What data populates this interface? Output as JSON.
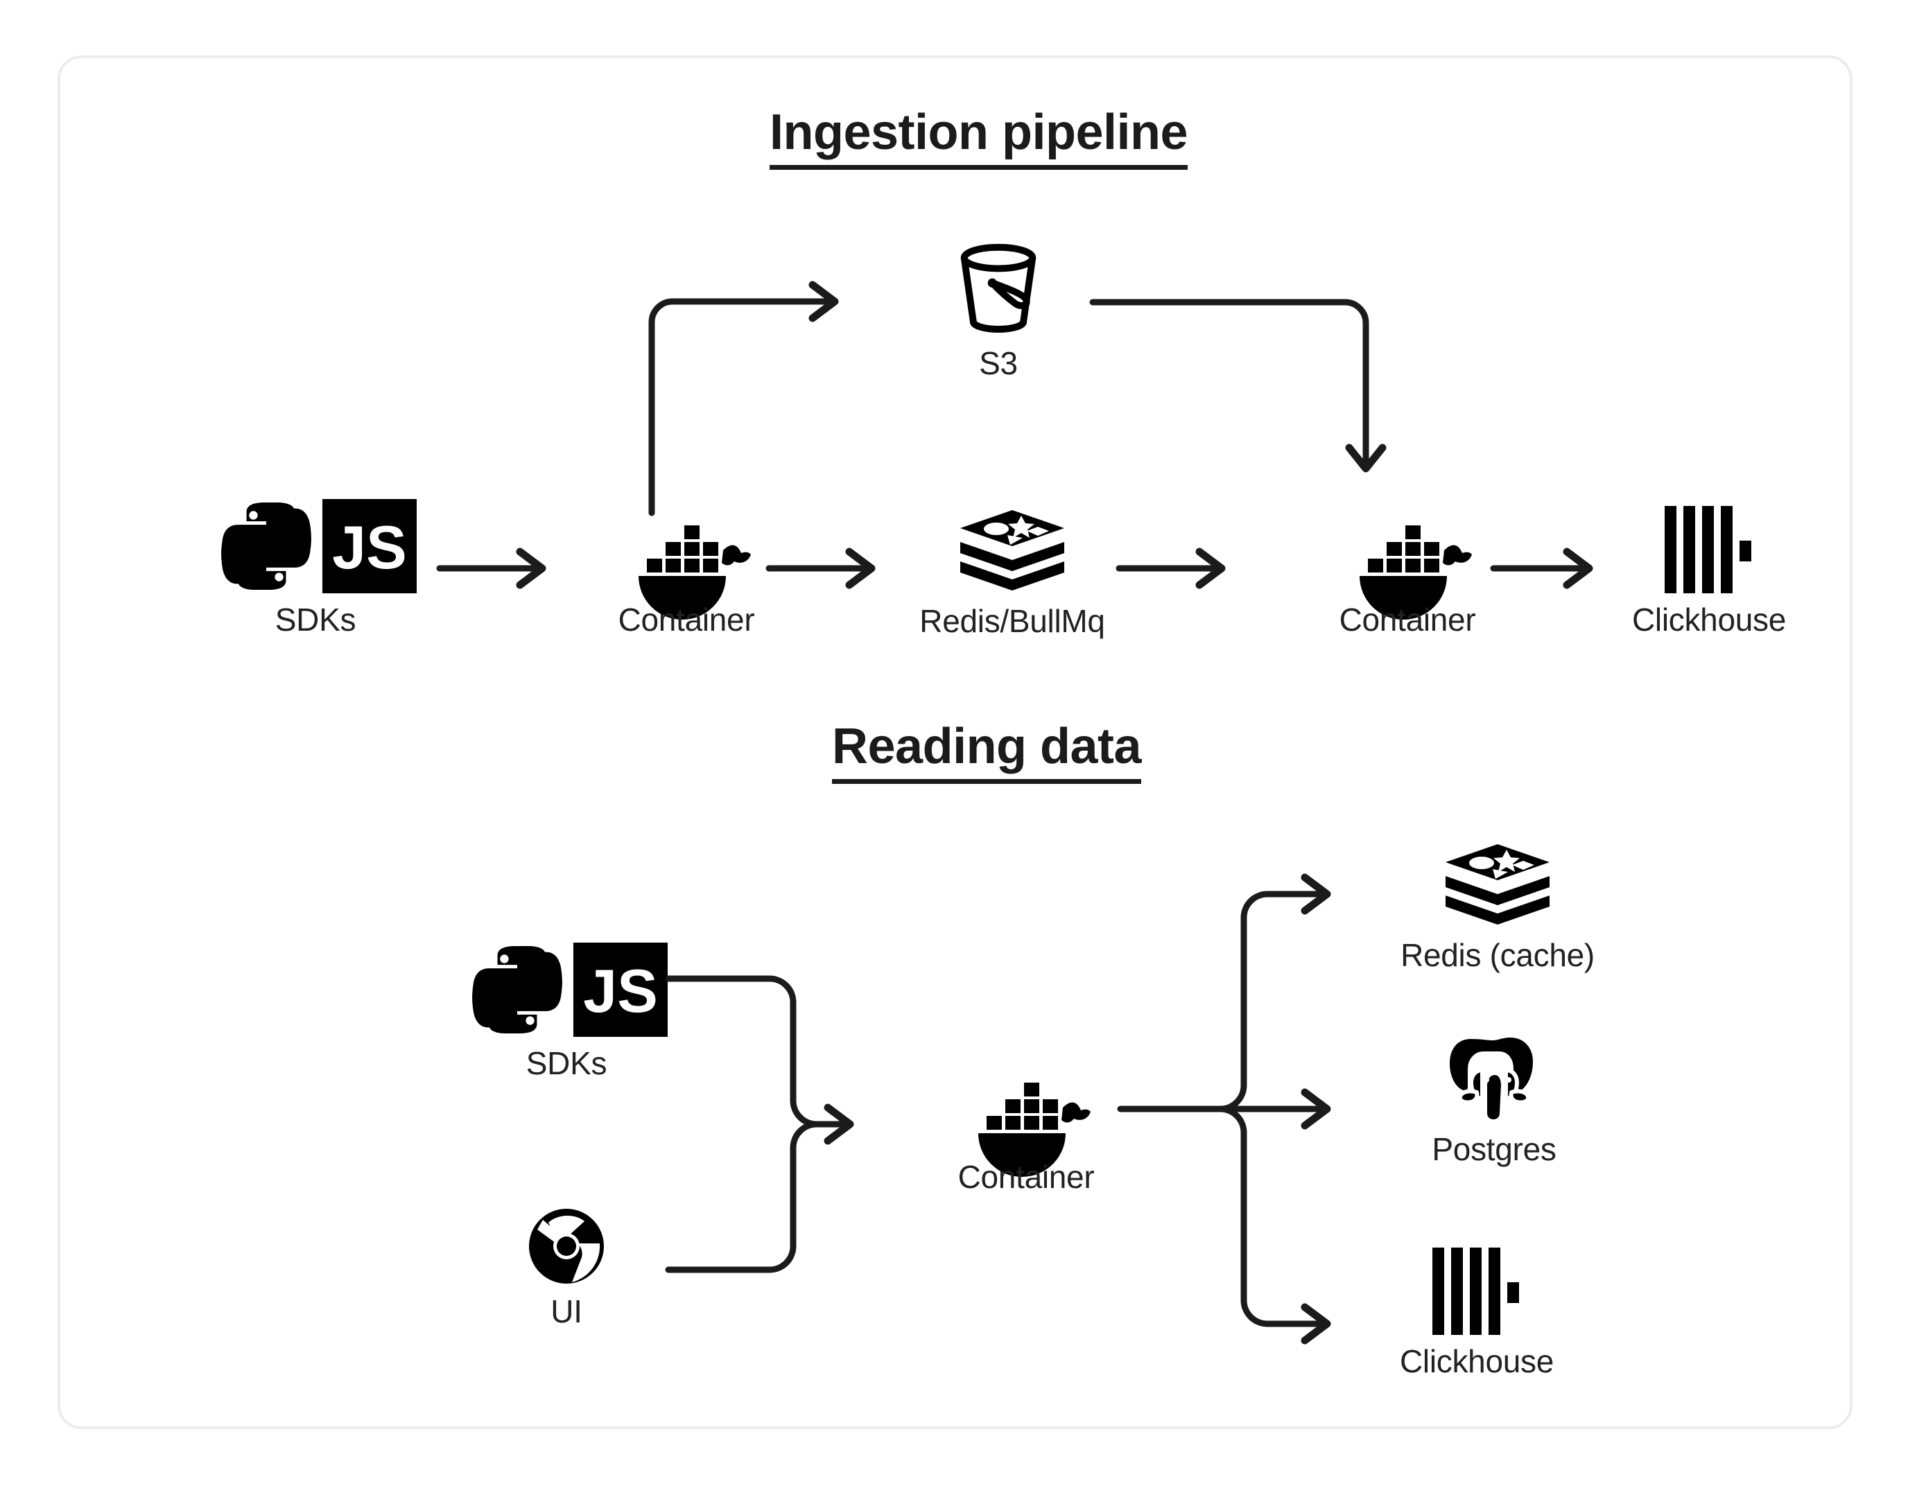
{
  "card": {
    "border_color": "#ececec",
    "background": "#ffffff"
  },
  "ink_color": "#000000",
  "label_color": "#222222",
  "sections": [
    {
      "id": "ingestion",
      "title": "Ingestion pipeline",
      "nodes": [
        {
          "id": "sdks",
          "icon": "python-js-sdk-icon",
          "label": "SDKs"
        },
        {
          "id": "container-1",
          "icon": "docker-whale-icon",
          "label": "Container"
        },
        {
          "id": "s3",
          "icon": "s3-bucket-icon",
          "label": "S3"
        },
        {
          "id": "redis-queue",
          "icon": "redis-stack-icon",
          "label": "Redis/BullMq"
        },
        {
          "id": "container-2",
          "icon": "docker-whale-icon",
          "label": "Container"
        },
        {
          "id": "clickhouse",
          "icon": "clickhouse-bars-icon",
          "label": "Clickhouse"
        }
      ],
      "edges": [
        {
          "from": "sdks",
          "to": "container-1",
          "style": "straight-arrow"
        },
        {
          "from": "container-1",
          "to": "s3",
          "style": "up-then-right-arrow"
        },
        {
          "from": "container-1",
          "to": "redis-queue",
          "style": "straight-arrow"
        },
        {
          "from": "redis-queue",
          "to": "container-2",
          "style": "straight-arrow"
        },
        {
          "from": "s3",
          "to": "container-2",
          "style": "right-then-down-arrow"
        },
        {
          "from": "container-2",
          "to": "clickhouse",
          "style": "straight-arrow"
        }
      ]
    },
    {
      "id": "reading",
      "title": "Reading data",
      "nodes": [
        {
          "id": "sdks-2",
          "icon": "python-js-sdk-icon",
          "label": "SDKs"
        },
        {
          "id": "ui",
          "icon": "chrome-browser-icon",
          "label": "UI"
        },
        {
          "id": "container-3",
          "icon": "docker-whale-icon",
          "label": "Container"
        },
        {
          "id": "redis-cache",
          "icon": "redis-stack-icon",
          "label": "Redis (cache)"
        },
        {
          "id": "postgres",
          "icon": "postgres-elephant-icon",
          "label": "Postgres"
        },
        {
          "id": "clickhouse-2",
          "icon": "clickhouse-bars-icon",
          "label": "Clickhouse"
        }
      ],
      "edges": [
        {
          "from": "sdks-2",
          "to": "container-3",
          "style": "merge-arrow"
        },
        {
          "from": "ui",
          "to": "container-3",
          "style": "merge-arrow"
        },
        {
          "from": "container-3",
          "to": "redis-cache",
          "style": "branch-up-arrow"
        },
        {
          "from": "container-3",
          "to": "postgres",
          "style": "branch-straight-arrow"
        },
        {
          "from": "container-3",
          "to": "clickhouse-2",
          "style": "branch-down-arrow"
        }
      ]
    }
  ],
  "icon_text": {
    "js_badge": "JS"
  }
}
